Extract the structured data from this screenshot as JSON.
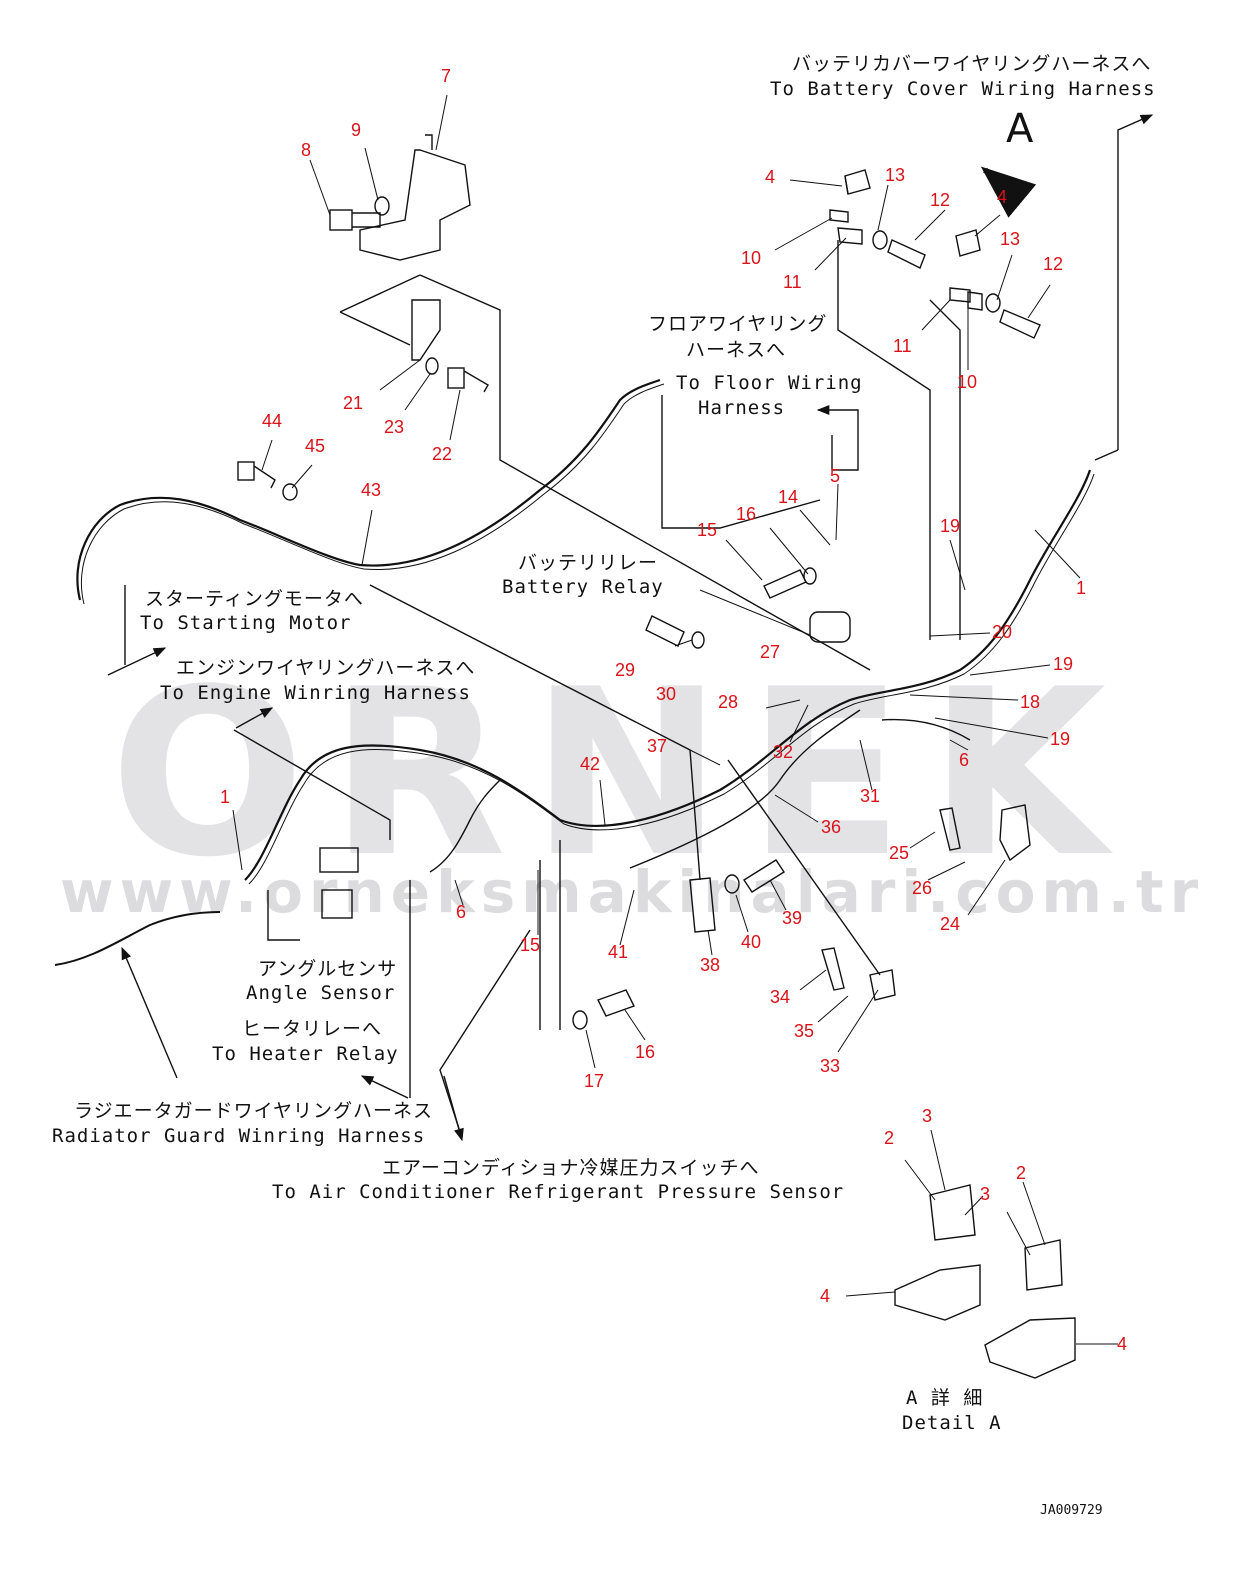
{
  "watermark": {
    "brand": "ORNEK",
    "url": "www.orneksmakinalari.com.tr"
  },
  "drawing_code": "JA009729",
  "view_marker": "A",
  "labels": {
    "battery_cover_jp": "バッテリカバーワイヤリングハーネスへ",
    "battery_cover_en": "To Battery Cover Wiring Harness",
    "floor_jp_1": "フロアワイヤリング",
    "floor_jp_2": "ハーネスへ",
    "floor_en_1": "To Floor Wiring",
    "floor_en_2": "Harness",
    "battery_relay_jp": "バッテリリレー",
    "battery_relay_en": "Battery Relay",
    "starting_motor_jp": "スターティングモータへ",
    "starting_motor_en": "To Starting Motor",
    "engine_jp": "エンジンワイヤリングハーネスへ",
    "engine_en": "To Engine Winring Harness",
    "angle_jp": "アングルセンサ",
    "angle_en": "Angle Sensor",
    "heater_jp": "ヒータリレーへ",
    "heater_en": "To Heater Relay",
    "radiator_jp": "ラジエータガードワイヤリングハーネス",
    "radiator_en": "Radiator Guard Winring Harness",
    "aircon_jp": "エアーコンディショナ冷媒圧力スイッチへ",
    "aircon_en": "To Air Conditioner Refrigerant Pressure Sensor",
    "detail_jp": "A 詳 細",
    "detail_en": "Detail A"
  },
  "callouts": [
    "7",
    "9",
    "8",
    "4",
    "13",
    "12",
    "10",
    "11",
    "4",
    "13",
    "12",
    "11",
    "10",
    "21",
    "23",
    "22",
    "44",
    "45",
    "43",
    "5",
    "14",
    "16",
    "15",
    "19",
    "1",
    "27",
    "20",
    "29",
    "30",
    "28",
    "19",
    "18",
    "32",
    "37",
    "42",
    "19",
    "6",
    "31",
    "36",
    "1",
    "6",
    "25",
    "26",
    "24",
    "15",
    "41",
    "39",
    "40",
    "38",
    "34",
    "35",
    "33",
    "17",
    "16",
    "3",
    "2",
    "3",
    "2",
    "4",
    "4"
  ]
}
